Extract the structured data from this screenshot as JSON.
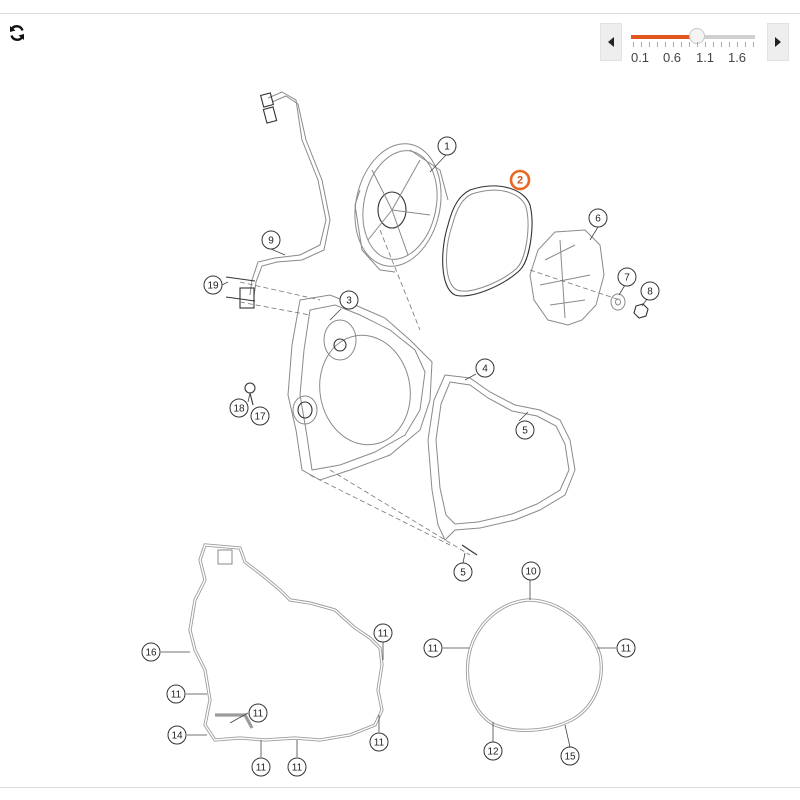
{
  "toolbar": {
    "refresh_icon": "refresh-icon",
    "prev_icon": "caret-left-icon",
    "next_icon": "caret-right-icon"
  },
  "zoom": {
    "labels": [
      "0.1",
      "0.6",
      "1.1",
      "1.6"
    ],
    "value": 0.9,
    "min": 0.1,
    "max": 1.6,
    "fill_color": "#e2571e"
  },
  "diagram": {
    "selected_callout": "2",
    "highlight_color": "#e8671a",
    "callouts": [
      "1",
      "2",
      "3",
      "4",
      "5",
      "5",
      "6",
      "7",
      "8",
      "9",
      "19",
      "18",
      "17",
      "10",
      "11",
      "11",
      "12",
      "15",
      "16",
      "11",
      "11",
      "11",
      "11",
      "11",
      "11",
      "14"
    ]
  }
}
